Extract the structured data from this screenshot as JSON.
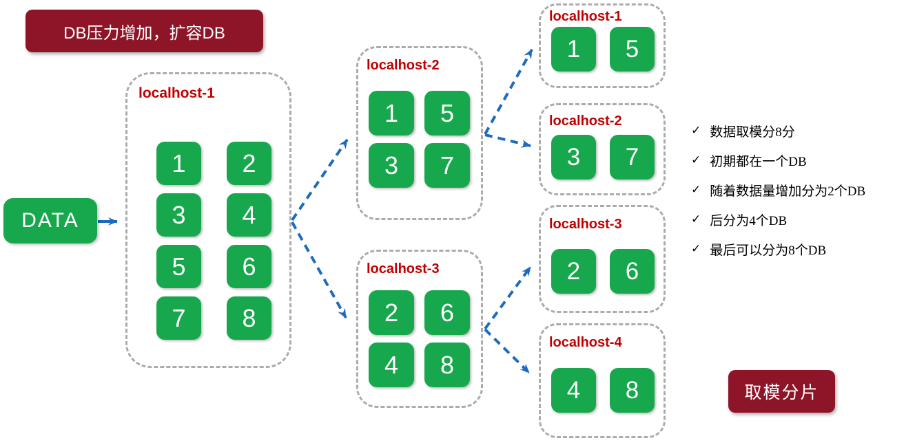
{
  "colors": {
    "shard_green": "#17A84D",
    "banner_red": "#8E1528",
    "host_label_red": "#C00000",
    "arrow_blue": "#1C6BBF",
    "dashed_border_gray": "#ABABAB"
  },
  "banner_top": {
    "text": "DB压力增加，扩容DB"
  },
  "banner_bottom": {
    "text": "取模分片"
  },
  "data_source": {
    "label": "DATA"
  },
  "stage1": {
    "title": "localhost-1",
    "shards": [
      "1",
      "2",
      "3",
      "4",
      "5",
      "6",
      "7",
      "8"
    ]
  },
  "stage2": {
    "db1": {
      "title": "localhost-2",
      "shards": [
        "1",
        "5",
        "3",
        "7"
      ]
    },
    "db2": {
      "title": "localhost-3",
      "shards": [
        "2",
        "6",
        "4",
        "8"
      ]
    }
  },
  "stage3": {
    "db1": {
      "title": "localhost-1",
      "shards": [
        "1",
        "5"
      ]
    },
    "db2": {
      "title": "localhost-2",
      "shards": [
        "3",
        "7"
      ]
    },
    "db3": {
      "title": "localhost-3",
      "shards": [
        "2",
        "6"
      ]
    },
    "db4": {
      "title": "localhost-4",
      "shards": [
        "4",
        "8"
      ]
    }
  },
  "notes": {
    "check_glyph": "✓",
    "items": [
      "数据取模分8分",
      "初期都在一个DB",
      "随着数据量增加分为2个DB",
      "后分为4个DB",
      "最后可以分为8个DB"
    ]
  }
}
